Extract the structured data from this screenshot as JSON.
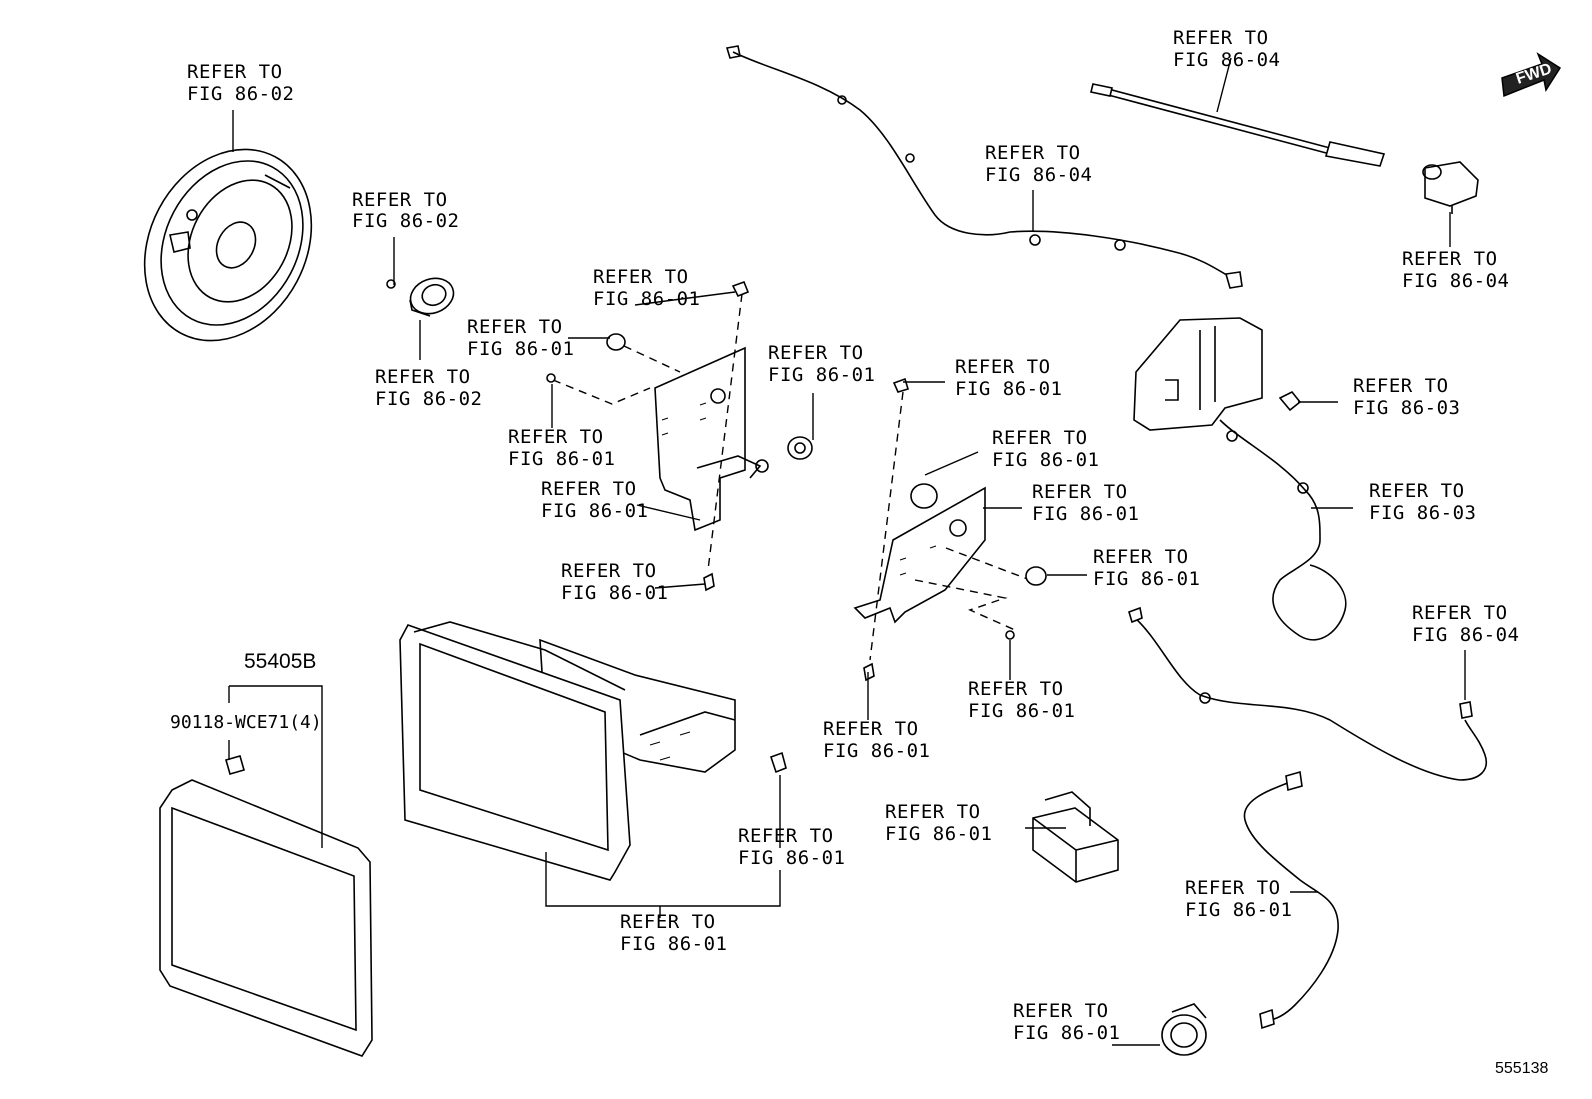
{
  "callouts": [
    {
      "line1": "REFER TO",
      "line2": "FIG 86-02"
    },
    {
      "line1": "REFER TO",
      "line2": "FIG 86-02"
    },
    {
      "line1": "REFER TO",
      "line2": "FIG 86-02"
    },
    {
      "line1": "REFER TO",
      "line2": "FIG 86-01"
    },
    {
      "line1": "REFER TO",
      "line2": "FIG 86-01"
    },
    {
      "line1": "REFER TO",
      "line2": "FIG 86-01"
    },
    {
      "line1": "REFER TO",
      "line2": "FIG 86-01"
    },
    {
      "line1": "REFER TO",
      "line2": "FIG 86-01"
    },
    {
      "line1": "REFER TO",
      "line2": "FIG 86-01"
    },
    {
      "line1": "REFER TO",
      "line2": "FIG 86-04"
    },
    {
      "line1": "REFER TO",
      "line2": "FIG 86-04"
    },
    {
      "line1": "REFER TO",
      "line2": "FIG 86-04"
    },
    {
      "line1": "REFER TO",
      "line2": "FIG 86-01"
    },
    {
      "line1": "REFER TO",
      "line2": "FIG 86-01"
    },
    {
      "line1": "REFER TO",
      "line2": "FIG 86-01"
    },
    {
      "line1": "REFER TO",
      "line2": "FIG 86-01"
    },
    {
      "line1": "REFER TO",
      "line2": "FIG 86-01"
    },
    {
      "line1": "REFER TO",
      "line2": "FIG 86-01"
    },
    {
      "line1": "REFER TO",
      "line2": "FIG 86-03"
    },
    {
      "line1": "REFER TO",
      "line2": "FIG 86-03"
    },
    {
      "line1": "REFER TO",
      "line2": "FIG 86-04"
    },
    {
      "line1": "REFER TO",
      "line2": "FIG 86-01"
    },
    {
      "line1": "REFER TO",
      "line2": "FIG 86-01"
    },
    {
      "line1": "REFER TO",
      "line2": "FIG 86-01"
    },
    {
      "line1": "REFER TO",
      "line2": "FIG 86-01"
    },
    {
      "line1": "REFER TO",
      "line2": "FIG 86-01"
    }
  ],
  "parts": {
    "main_part": "55405B",
    "sub_part": "90118-WCE71(4)"
  },
  "fwd_label": "FWD",
  "diagram_ref": "555138"
}
